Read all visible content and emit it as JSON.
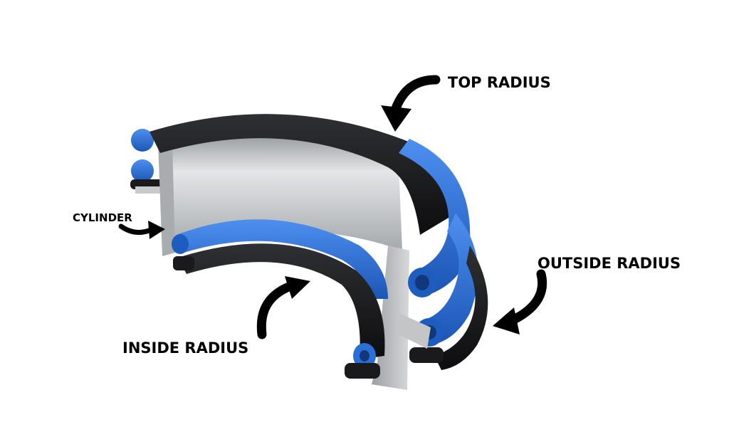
{
  "labels": {
    "top_radius": "TOP RADIUS",
    "cylinder": "CYLINDER",
    "outside_radius": "OUTSIDE RADIUS",
    "inside_radius": "INSIDE RADIUS"
  },
  "colors": {
    "black_rubber": "#1a1a1c",
    "blue_rubber": "#2a6fd6",
    "metal": "#b9bcbf",
    "arrow": "#000000"
  }
}
